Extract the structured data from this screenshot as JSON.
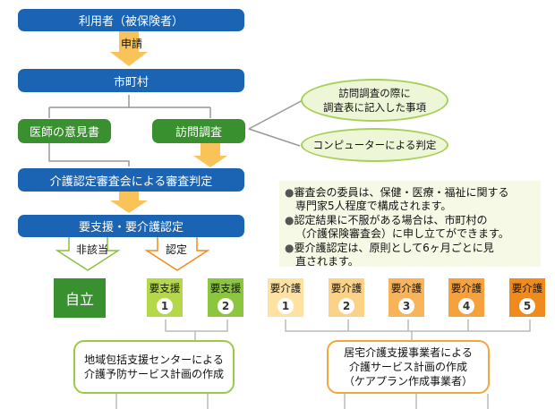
{
  "nodes": {
    "user": "利用者（被保険者）",
    "apply": "申請",
    "municipality": "市町村",
    "doctor": "医師の意見書",
    "visit": "訪問調査",
    "visit_note": [
      "訪問調査の際に",
      "調査表に記入した事項"
    ],
    "computer": "コンピューターによる判定",
    "committee": "介護認定審査会による審査判定",
    "certification": "要支援・要介護認定",
    "not_applicable": "非該当",
    "certified": "認定",
    "independent": "自立"
  },
  "levels": {
    "support": [
      {
        "label": "要支援",
        "num": "1"
      },
      {
        "label": "要支援",
        "num": "2"
      }
    ],
    "care": [
      {
        "label": "要介護",
        "num": "1"
      },
      {
        "label": "要介護",
        "num": "2"
      },
      {
        "label": "要介護",
        "num": "3"
      },
      {
        "label": "要介護",
        "num": "4"
      },
      {
        "label": "要介護",
        "num": "5"
      }
    ]
  },
  "notes": [
    {
      "bullet": "●",
      "lines": [
        "審査会の委員は、保健・医療・福祉に関する",
        "専門家5人程度で構成されます。"
      ]
    },
    {
      "bullet": "●",
      "lines": [
        "認定結果に不服がある場合は、市町村の",
        "（介護保険審査会）に申し立てができます。"
      ]
    },
    {
      "bullet": "●",
      "lines": [
        "要介護認定は、原則として6ヶ月ごとに見",
        "直されます。"
      ]
    }
  ],
  "plans": {
    "left": [
      "地域包括支援センターによる",
      "介護予防サービス計画の作成"
    ],
    "right": [
      "居宅介護支援事業者による",
      "介護サービス計画の作成",
      "（ケアプラン作成事業者）"
    ]
  },
  "colors": {
    "blue": "#1a64b3",
    "green": "#39902f",
    "support": "#b5d84a",
    "care_light": "#fbd288",
    "care_mid": "#f7aa4b",
    "care_dark": "#f08a1c",
    "arrow": "#f9c35a"
  }
}
